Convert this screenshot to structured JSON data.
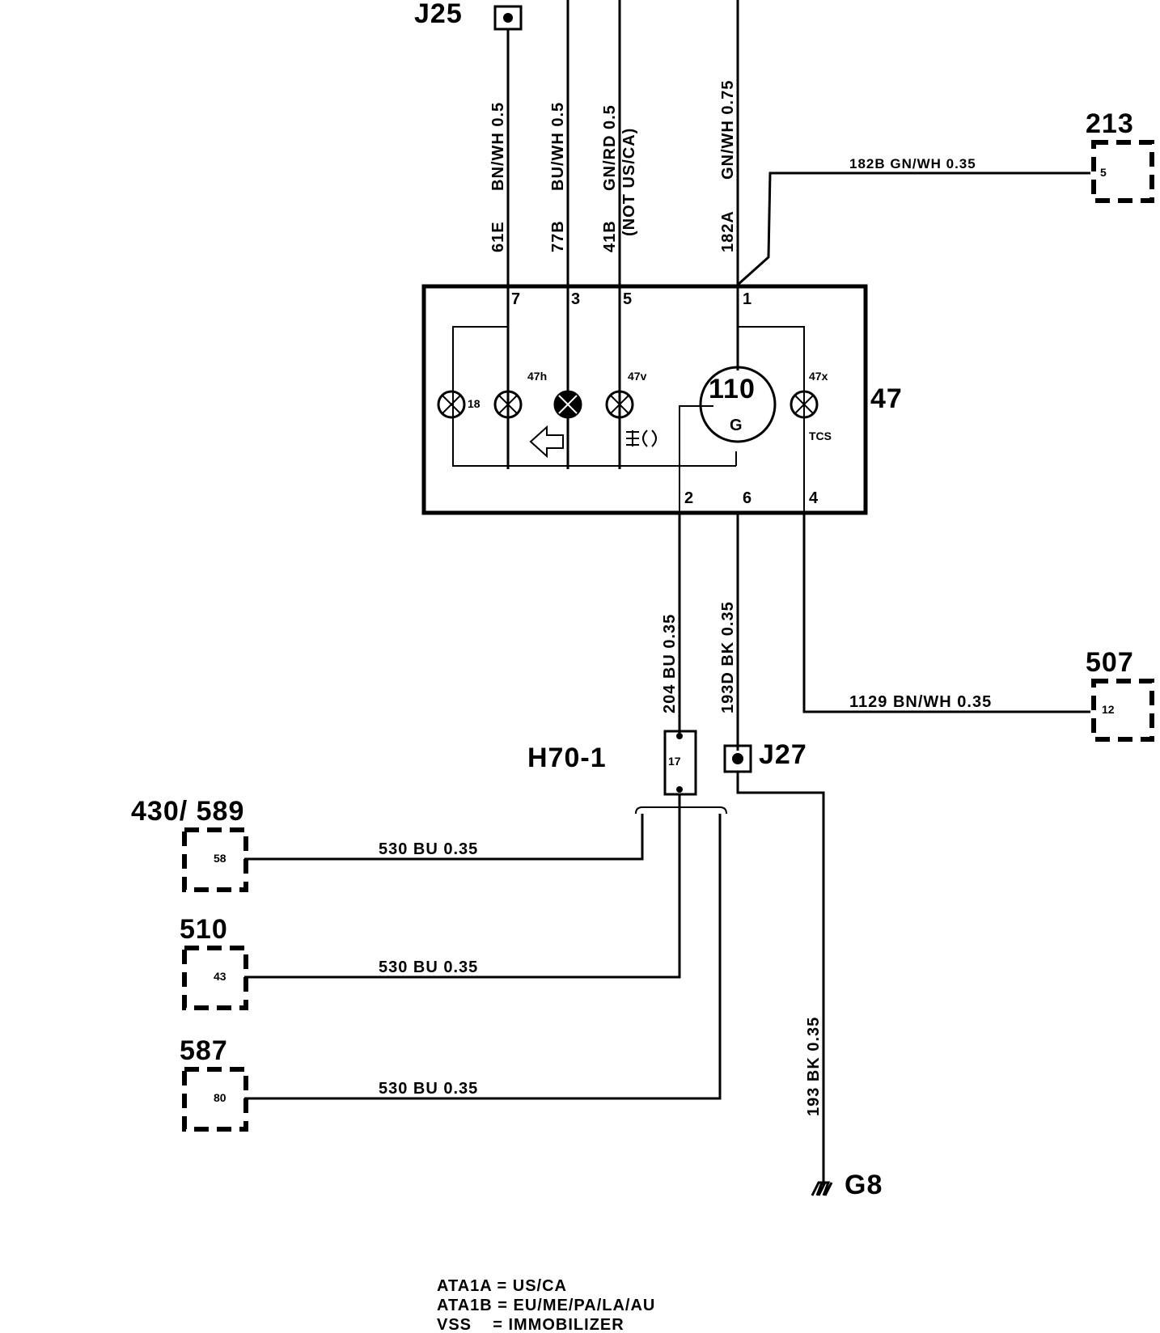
{
  "module": {
    "id": "47",
    "pins": {
      "p7": "7",
      "p3": "3",
      "p5": "5",
      "p1": "1",
      "p2": "2",
      "p6": "6",
      "p4": "4"
    },
    "lamps": {
      "l18": "18",
      "l47h": "47h",
      "l47v": "47v",
      "l47x": "47x"
    },
    "gauge": {
      "num": "110",
      "letter": "G"
    },
    "tcs": "TCS"
  },
  "top_wires": {
    "w61e": {
      "code": "61E",
      "spec": "BN/WH 0.5"
    },
    "w77b": {
      "code": "77B",
      "spec": "BU/WH 0.5"
    },
    "w41b": {
      "code": "41B",
      "spec": "GN/RD 0.5",
      "note": "(NOT US/CA)"
    },
    "w182a": {
      "code": "182A",
      "spec": "GN/WH 0.75"
    }
  },
  "junctions": {
    "j25": "J25",
    "j27": "J27",
    "h70": "H70-1",
    "h70_pin": "17",
    "g8": "G8"
  },
  "wires": {
    "w182b": "182B   GN/WH 0.35",
    "w204": "204   BU  0.35",
    "w193d": "193D   BK  0.35",
    "w1129": "1129   BN/WH 0.35",
    "w530a": "530   BU  0.35",
    "w530b": "530   BU  0.35",
    "w530c": "530   BU  0.35",
    "w193": "193   BK  0.35"
  },
  "connectors": {
    "c213": {
      "id": "213",
      "pin": "5"
    },
    "c507": {
      "id": "507",
      "pin": "12"
    },
    "c430": {
      "id": "430/ 589",
      "pin": "58"
    },
    "c510": {
      "id": "510",
      "pin": "43"
    },
    "c587": {
      "id": "587",
      "pin": "80"
    }
  },
  "legend": {
    "l1": "ATA1A = US/CA",
    "l2": "ATA1B = EU/ME/PA/LA/AU",
    "l3": "VSS    = IMMOBILIZER"
  }
}
